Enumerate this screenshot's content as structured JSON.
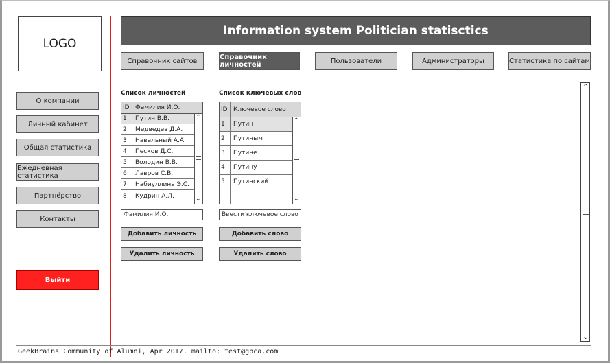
{
  "logo": "LOGO",
  "header": {
    "title": "Information system Politician statisctics"
  },
  "topnav": [
    {
      "label": "Справочник сайтов",
      "active": false
    },
    {
      "label": "Справочник личностей",
      "active": true
    },
    {
      "label": "Пользователи",
      "active": false
    },
    {
      "label": "Администраторы",
      "active": false
    },
    {
      "label": "Статистика по сайтам",
      "active": false
    }
  ],
  "sidebar": {
    "items": [
      {
        "label": "О компании"
      },
      {
        "label": "Личный кабинет"
      },
      {
        "label": "Общая статистика"
      },
      {
        "label": "Ежедневная статистика"
      },
      {
        "label": "Партнёрство"
      },
      {
        "label": "Контакты"
      }
    ],
    "logout": "Выйти"
  },
  "persons": {
    "title": "Список личностей",
    "columns": [
      "ID",
      "Фамилия И.О."
    ],
    "rows": [
      [
        "1",
        "Путин В.В."
      ],
      [
        "2",
        "Медведев Д.А."
      ],
      [
        "3",
        "Навальный А.А."
      ],
      [
        "4",
        "Песков Д.С."
      ],
      [
        "5",
        "Володин В.В."
      ],
      [
        "6",
        "Лавров С.В."
      ],
      [
        "7",
        "Набиуллина Э.С."
      ],
      [
        "8",
        "Кудрин А.Л."
      ]
    ],
    "input_placeholder": "Фамилия И.О.",
    "add_label": "Добавить личность",
    "delete_label": "Удалить личность"
  },
  "keywords": {
    "title": "Список ключевых слов",
    "columns": [
      "ID",
      "Ключевое слово"
    ],
    "rows": [
      [
        "1",
        "Путин"
      ],
      [
        "2",
        "Путиным"
      ],
      [
        "3",
        "Путине"
      ],
      [
        "4",
        "Путину"
      ],
      [
        "5",
        "Путинский"
      ]
    ],
    "input_placeholder": "Ввести ключевое слово",
    "add_label": "Добавить слово",
    "delete_label": "Удалить слово"
  },
  "footer": "GeekBrains Community of Alumni, Apr 2017. mailto: test@gbca.com",
  "colors": {
    "header_bg": "#5c5c5c",
    "button_bg": "#d0d0d0",
    "logout_bg": "#ff2020",
    "divider": "#e02020"
  }
}
